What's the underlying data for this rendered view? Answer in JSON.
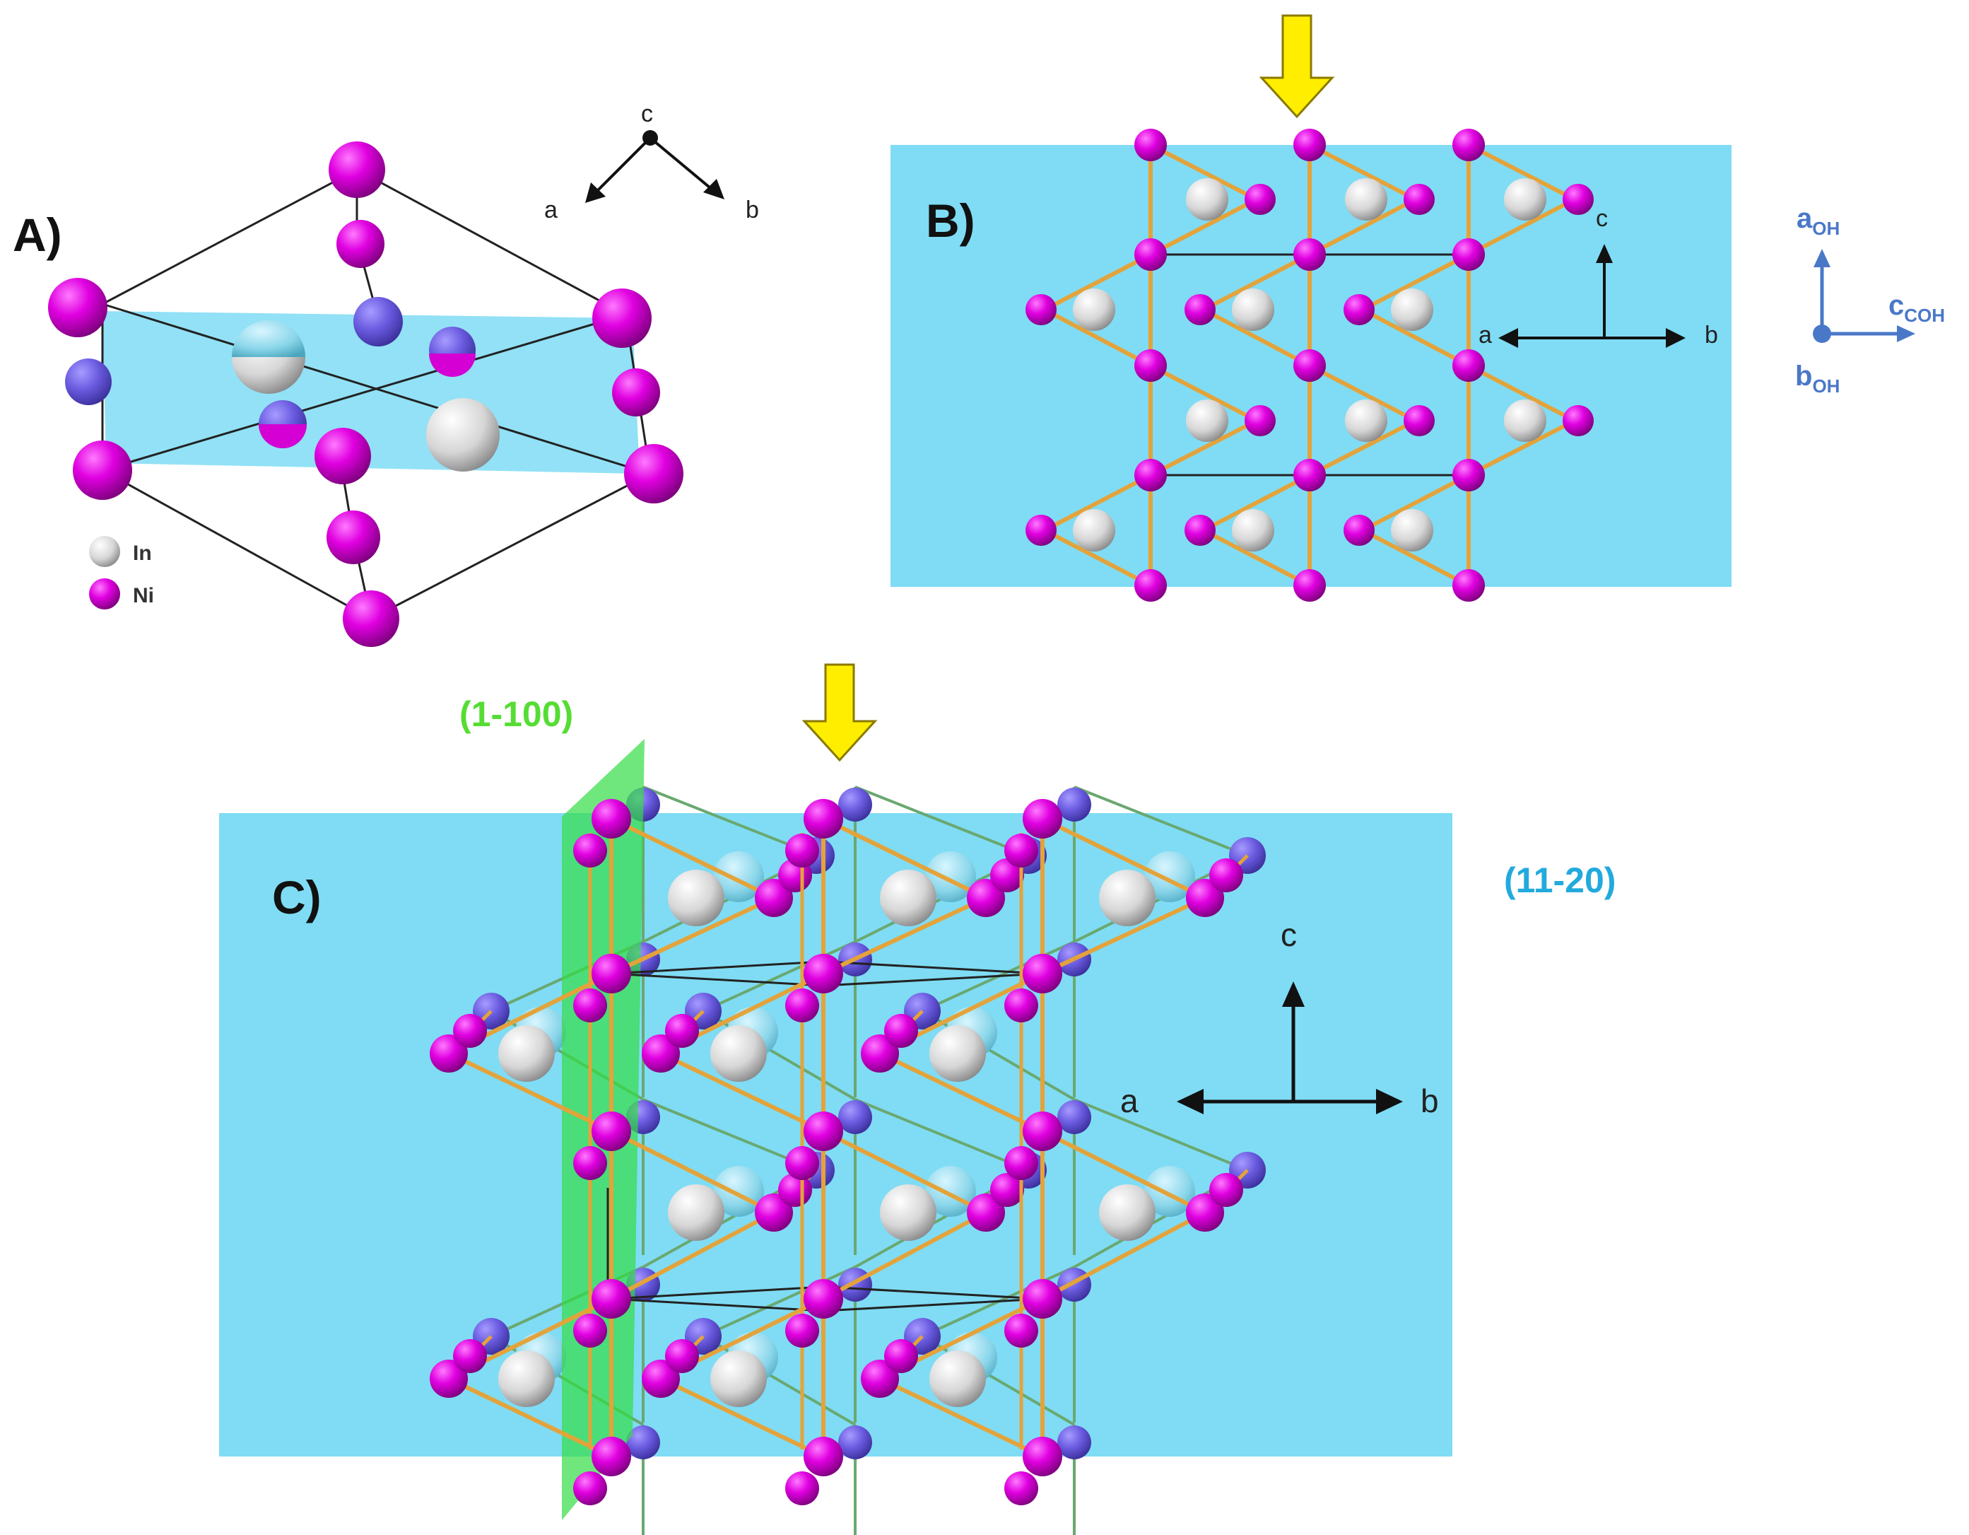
{
  "colors": {
    "ni": "#d400d4",
    "ni_under": "#6a5be0",
    "in": "#dcdcdc",
    "plane_1120": "#7fdcf4",
    "plane_1100": "#33dd44",
    "bond": "#e4a33a",
    "arrow_yellow": "#ffee00",
    "oh_axes": "#4a78c8"
  },
  "panels": {
    "a": {
      "label": "A)",
      "axes": {
        "c": "c",
        "a": "a",
        "b": "b"
      },
      "legend": [
        {
          "name": "In",
          "color": "#dcdcdc"
        },
        {
          "name": "Ni",
          "color": "#d400d4"
        }
      ]
    },
    "b": {
      "label": "B)",
      "axes": {
        "c": "c",
        "a": "a",
        "b": "b"
      },
      "oh_axes": {
        "a_main": "a",
        "a_sub": "OH",
        "c_main": "c",
        "c_sub": "COH",
        "b_main": "b",
        "b_sub": "OH"
      }
    },
    "c": {
      "label": "C)",
      "axes": {
        "c": "c",
        "a": "a",
        "b": "b"
      },
      "plane_1100": "(1-100)",
      "plane_1120": "(11-20)"
    }
  }
}
